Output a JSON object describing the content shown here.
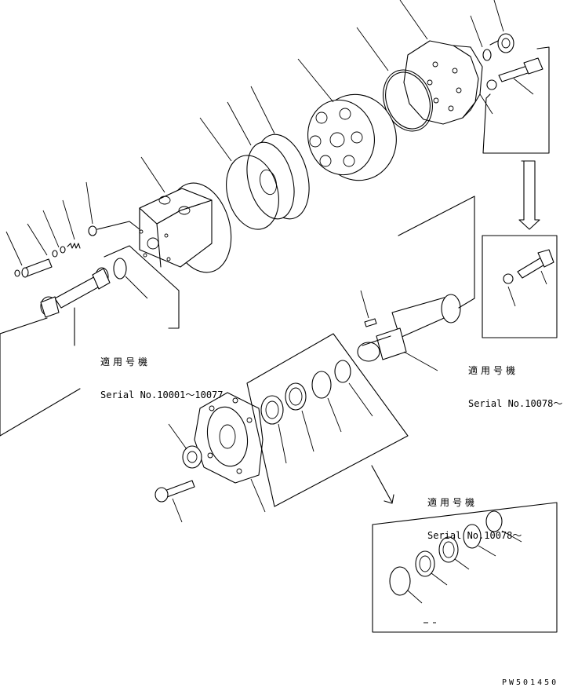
{
  "notes": {
    "n1": {
      "jp": "適用号機",
      "serial": "Serial No.10001～10077"
    },
    "n2": {
      "jp": "適用号機",
      "serial": "Serial No.10078～"
    },
    "n3": {
      "jp": "適用号機",
      "serial": "Serial No.10078～"
    }
  },
  "drawing_code": "PW501450"
}
